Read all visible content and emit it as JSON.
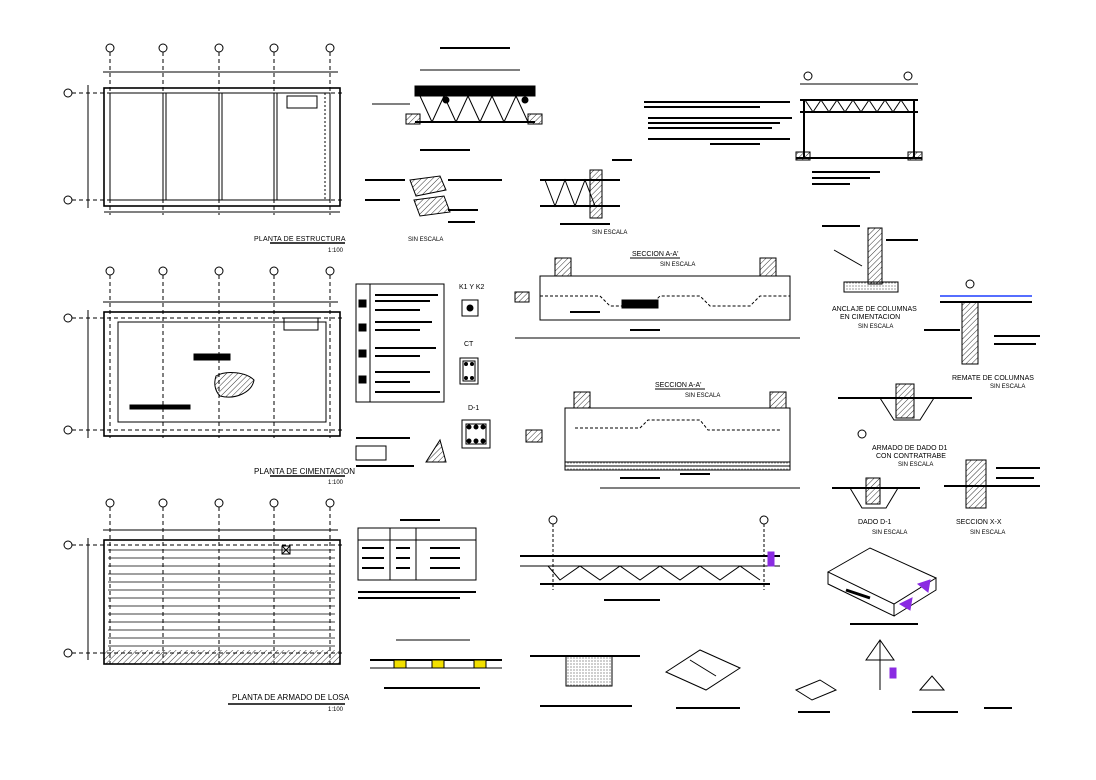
{
  "plans": {
    "estructura": {
      "title": "PLANTA DE ESTRUCTURA",
      "scale": "1:100"
    },
    "cimentacion": {
      "title": "PLANTA DE CIMENTACION",
      "scale": "1:100"
    },
    "losa": {
      "title": "PLANTA DE ARMADO DE LOSA",
      "scale": "1:100"
    }
  },
  "details": {
    "sin_escala": "SIN ESCALA",
    "k_label": "K1 Y K2",
    "ct_label": "CT",
    "d1_label": "D-1",
    "seccion_a1": "SECCION A-A'",
    "seccion_a2": "SECCION A-A'",
    "anclaje": "ANCLAJE DE COLUMNAS",
    "anclaje_2": "EN CIMENTACION",
    "remate": "REMATE DE COLUMNAS",
    "armado_dado_1": "ARMADO DE DADO D1",
    "armado_dado_2": "CON CONTRATRABE",
    "dado": "DADO D-1",
    "seccion_xx": "SECCION X-X"
  },
  "colors": {
    "line": "#000000",
    "accent_blue": "#1f3fff",
    "accent_purple": "#8a2be2",
    "accent_yellow": "#f2e000"
  }
}
